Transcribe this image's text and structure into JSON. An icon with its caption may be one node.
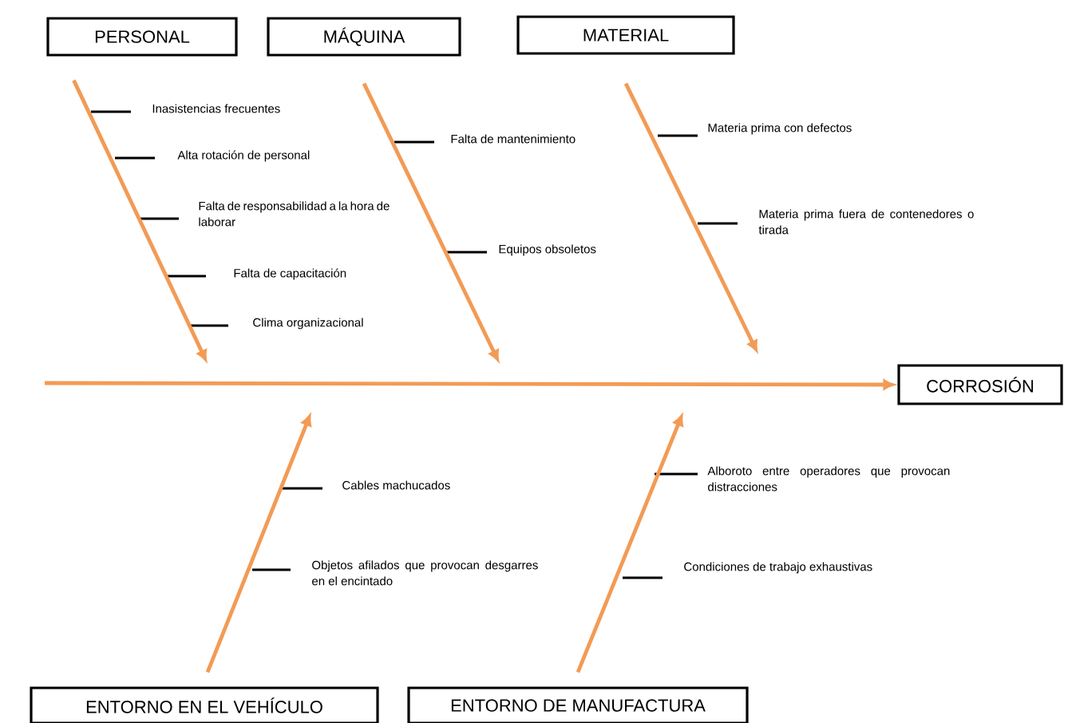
{
  "diagram": {
    "nodes": [
      {
        "text": [
          "PERSONAL"
        ]
      },
      {
        "text": [
          "MÁQUINA"
        ]
      },
      {
        "text": [
          "MATERIAL"
        ]
      },
      {
        "text": [
          "CORROSIÓN"
        ]
      },
      {
        "text": [
          "ENTORNO EN EL VEHÍCULO"
        ]
      },
      {
        "text": [
          "ENTORNO DE MANUFACTURA"
        ]
      }
    ],
    "edges": [
      {
        "from": null,
        "to": 3,
        "arrow": "to"
      },
      {
        "from": 0,
        "to": null,
        "arrow": "to"
      },
      {
        "from": 1,
        "to": null,
        "arrow": "to"
      },
      {
        "from": 2,
        "to": null,
        "arrow": "to"
      },
      {
        "from": 4,
        "to": null,
        "arrow": "to"
      },
      {
        "from": 5,
        "to": null,
        "arrow": "to"
      }
    ],
    "labels": [
      "Inasistencias frecuentes",
      "Alta rotación de personal",
      "Falta de responsabilidad a la hora de laborar",
      "Falta de capacitación",
      "Clima organizacional",
      "Falta de mantenimiento",
      "Equipos obsoletos",
      "Materia prima con defectos",
      "Materia prima fuera de contenedores o tirada",
      "Cables machucados",
      "Objetos afilados que provocan desgarres en el encintado",
      "Alboroto entre operadores que provocan distracciones",
      "Condiciones de trabajo exhaustivas"
    ]
  }
}
